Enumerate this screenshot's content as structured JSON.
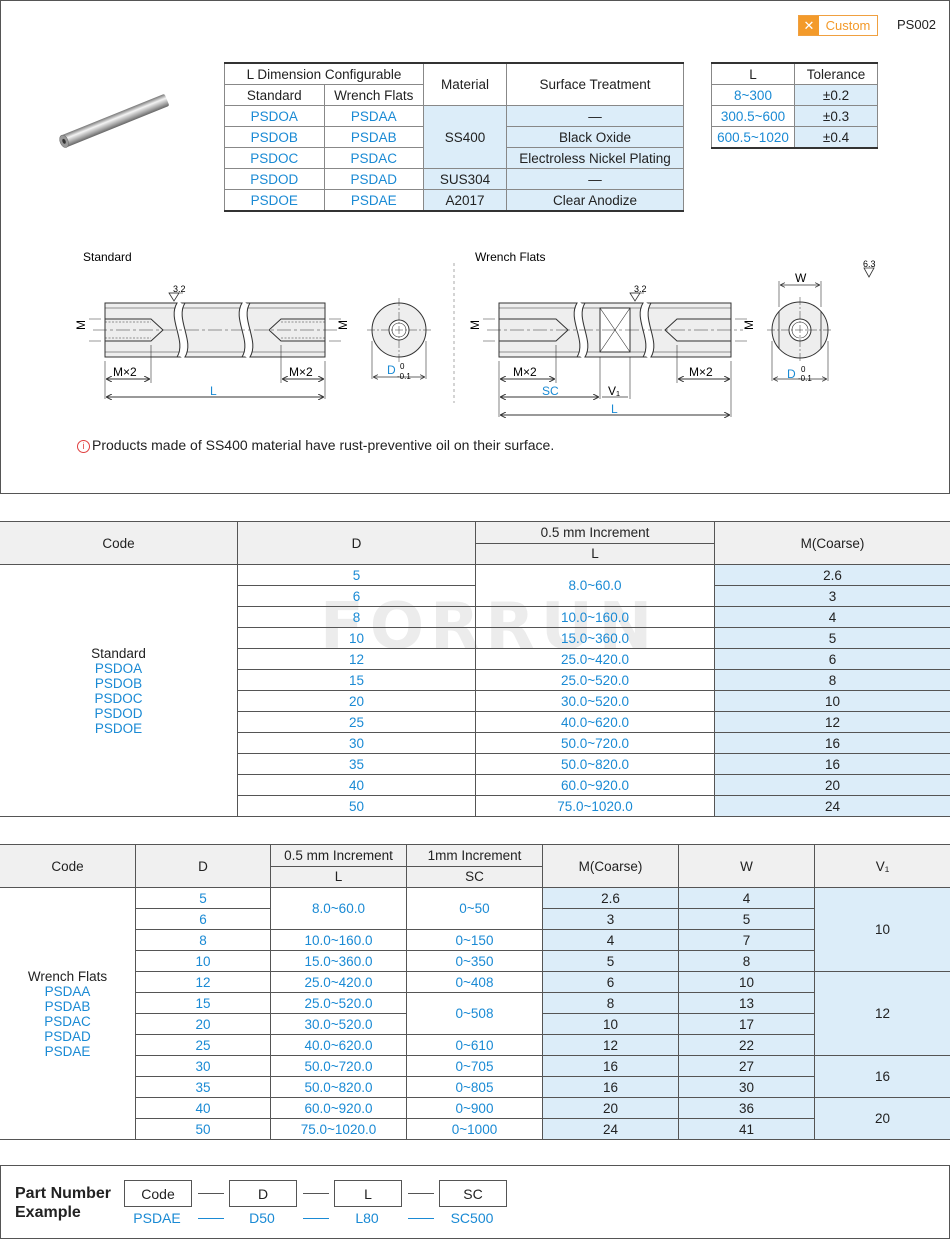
{
  "header": {
    "custom_label": "Custom",
    "code": "PS002"
  },
  "series_table": {
    "group_header": "L Dimension Configurable",
    "headers": [
      "Standard",
      "Wrench Flats",
      "Material",
      "Surface Treatment"
    ],
    "rows": [
      {
        "standard": "PSDOA",
        "wrench": "PSDAA",
        "treatment": "—"
      },
      {
        "standard": "PSDOB",
        "wrench": "PSDAB",
        "treatment": "Black Oxide"
      },
      {
        "standard": "PSDOC",
        "wrench": "PSDAC",
        "treatment": "Electroless Nickel Plating"
      },
      {
        "standard": "PSDOD",
        "wrench": "PSDAD",
        "treatment": "—"
      },
      {
        "standard": "PSDOE",
        "wrench": "PSDAE",
        "treatment": "Clear Anodize"
      }
    ],
    "materials": [
      "SS400",
      "SUS304",
      "A2017"
    ]
  },
  "tolerance_table": {
    "headers": [
      "L",
      "Tolerance"
    ],
    "rows": [
      {
        "l": "8~300",
        "tol": "±0.2"
      },
      {
        "l": "300.5~600",
        "tol": "±0.3"
      },
      {
        "l": "600.5~1020",
        "tol": "±0.4"
      }
    ]
  },
  "drawing": {
    "standard_label": "Standard",
    "wrench_label": "Wrench Flats",
    "roughness_32": "3.2",
    "roughness_63": "6.3",
    "m": "M",
    "mx2": "M×2",
    "l": "L",
    "d": "D",
    "d_upper": "0",
    "d_lower": "-0.1",
    "sc": "SC",
    "v1": "V₁",
    "w": "W"
  },
  "note": "Products made of SS400 material have rust-preventive oil on their surface.",
  "standard_table": {
    "headers": {
      "code": "Code",
      "d": "D",
      "increment": "0.5 mm Increment",
      "l": "L",
      "m": "M(Coarse)"
    },
    "code_label": "Standard",
    "codes": [
      "PSDOA",
      "PSDOB",
      "PSDOC",
      "PSDOD",
      "PSDOE"
    ],
    "rows": [
      {
        "d": "5",
        "l": "8.0~60.0",
        "m": "2.6"
      },
      {
        "d": "6",
        "l": "",
        "m": "3"
      },
      {
        "d": "8",
        "l": "10.0~160.0",
        "m": "4"
      },
      {
        "d": "10",
        "l": "15.0~360.0",
        "m": "5"
      },
      {
        "d": "12",
        "l": "25.0~420.0",
        "m": "6"
      },
      {
        "d": "15",
        "l": "25.0~520.0",
        "m": "8"
      },
      {
        "d": "20",
        "l": "30.0~520.0",
        "m": "10"
      },
      {
        "d": "25",
        "l": "40.0~620.0",
        "m": "12"
      },
      {
        "d": "30",
        "l": "50.0~720.0",
        "m": "16"
      },
      {
        "d": "35",
        "l": "50.0~820.0",
        "m": "16"
      },
      {
        "d": "40",
        "l": "60.0~920.0",
        "m": "20"
      },
      {
        "d": "50",
        "l": "75.0~1020.0",
        "m": "24"
      }
    ]
  },
  "wrench_table": {
    "headers": {
      "code": "Code",
      "d": "D",
      "inc05": "0.5 mm Increment",
      "inc1": "1mm Increment",
      "l": "L",
      "sc": "SC",
      "m": "M(Coarse)",
      "w": "W",
      "v1": "V₁"
    },
    "code_label": "Wrench Flats",
    "codes": [
      "PSDAA",
      "PSDAB",
      "PSDAC",
      "PSDAD",
      "PSDAE"
    ],
    "rows": [
      {
        "d": "5",
        "l": "8.0~60.0",
        "sc": "0~50",
        "m": "2.6",
        "w": "4"
      },
      {
        "d": "6",
        "m": "3",
        "w": "5"
      },
      {
        "d": "8",
        "l": "10.0~160.0",
        "sc": "0~150",
        "m": "4",
        "w": "7"
      },
      {
        "d": "10",
        "l": "15.0~360.0",
        "sc": "0~350",
        "m": "5",
        "w": "8"
      },
      {
        "d": "12",
        "l": "25.0~420.0",
        "sc": "0~408",
        "m": "6",
        "w": "10"
      },
      {
        "d": "15",
        "l": "25.0~520.0",
        "sc": "0~508",
        "m": "8",
        "w": "13"
      },
      {
        "d": "20",
        "l": "30.0~520.0",
        "m": "10",
        "w": "17"
      },
      {
        "d": "25",
        "l": "40.0~620.0",
        "sc": "0~610",
        "m": "12",
        "w": "22"
      },
      {
        "d": "30",
        "l": "50.0~720.0",
        "sc": "0~705",
        "m": "16",
        "w": "27"
      },
      {
        "d": "35",
        "l": "50.0~820.0",
        "sc": "0~805",
        "m": "16",
        "w": "30"
      },
      {
        "d": "40",
        "l": "60.0~920.0",
        "sc": "0~900",
        "m": "20",
        "w": "36"
      },
      {
        "d": "50",
        "l": "75.0~1020.0",
        "sc": "0~1000",
        "m": "24",
        "w": "41"
      }
    ],
    "v1_groups": [
      "10",
      "12",
      "16",
      "20"
    ]
  },
  "part_number": {
    "title_line1": "Part Number",
    "title_line2": "Example",
    "fields": [
      "Code",
      "D",
      "L",
      "SC"
    ],
    "example": [
      "PSDAE",
      "D50",
      "L80",
      "SC500"
    ]
  },
  "watermark": "FORRUN"
}
